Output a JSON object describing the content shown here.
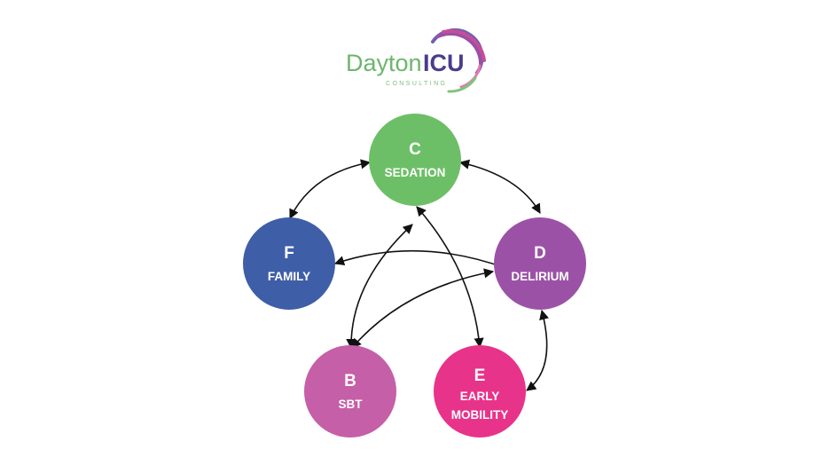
{
  "logo": {
    "word1": "Dayton",
    "word2": "ICU",
    "subtitle": "CONSULTING",
    "word1_color": "#6db56d",
    "word2_color": "#4a3c8c",
    "subtitle_color": "#7fbf7f",
    "swirl_colors": [
      "#6f5fb0",
      "#9a4fa6",
      "#c44d9a",
      "#e27bb0",
      "#7ec57e"
    ]
  },
  "nodes": [
    {
      "id": "c",
      "letter": "C",
      "lines": [
        "SEDATION"
      ],
      "color": "#6dbf67"
    },
    {
      "id": "f",
      "letter": "F",
      "lines": [
        "FAMILY"
      ],
      "color": "#3f5ea8"
    },
    {
      "id": "d",
      "letter": "D",
      "lines": [
        "DELIRIUM"
      ],
      "color": "#9b52a6"
    },
    {
      "id": "b",
      "letter": "B",
      "lines": [
        "SBT"
      ],
      "color": "#c55fa7"
    },
    {
      "id": "e",
      "letter": "E",
      "lines": [
        "EARLY",
        "MOBILITY"
      ],
      "color": "#e8338a"
    }
  ],
  "edges": [
    {
      "from": "c",
      "to": "f"
    },
    {
      "from": "c",
      "to": "d"
    },
    {
      "from": "f",
      "to": "d"
    },
    {
      "from": "c",
      "to": "b"
    },
    {
      "from": "c",
      "to": "e"
    },
    {
      "from": "b",
      "to": "d"
    },
    {
      "from": "d",
      "to": "e"
    }
  ],
  "arrow_color": "#111111"
}
